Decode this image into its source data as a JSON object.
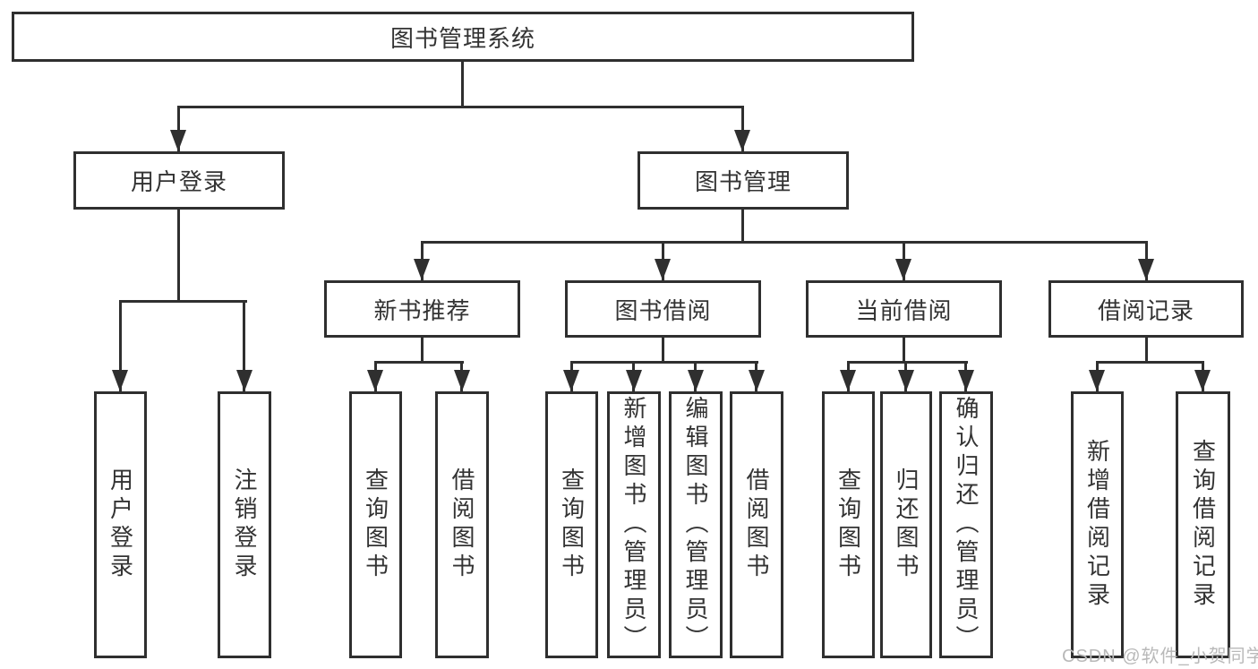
{
  "tree": {
    "label": "图书管理系统",
    "children": [
      {
        "label": "用户登录",
        "children": [
          {
            "label": "用户登录"
          },
          {
            "label": "注销登录"
          }
        ]
      },
      {
        "label": "图书管理",
        "children": [
          {
            "label": "新书推荐",
            "children": [
              {
                "label": "查询图书"
              },
              {
                "label": "借阅图书"
              }
            ]
          },
          {
            "label": "图书借阅",
            "children": [
              {
                "label": "查询图书"
              },
              {
                "label": "新增图书（管理员）"
              },
              {
                "label": "编辑图书（管理员）"
              },
              {
                "label": "借阅图书"
              }
            ]
          },
          {
            "label": "当前借阅",
            "children": [
              {
                "label": "查询图书"
              },
              {
                "label": "归还图书"
              },
              {
                "label": "确认归还（管理员）"
              }
            ]
          },
          {
            "label": "借阅记录",
            "children": [
              {
                "label": "新增借阅记录"
              },
              {
                "label": "查询借阅记录"
              }
            ]
          }
        ]
      }
    ]
  },
  "watermark": {
    "text": "CSDN @软件_小贺同学"
  },
  "colors": {
    "line_color": "#2f2f2f",
    "text_color": "#333333",
    "box_bg": "#ffffff",
    "watermark_color": "#b9b9b9",
    "background": "#ffffff"
  }
}
